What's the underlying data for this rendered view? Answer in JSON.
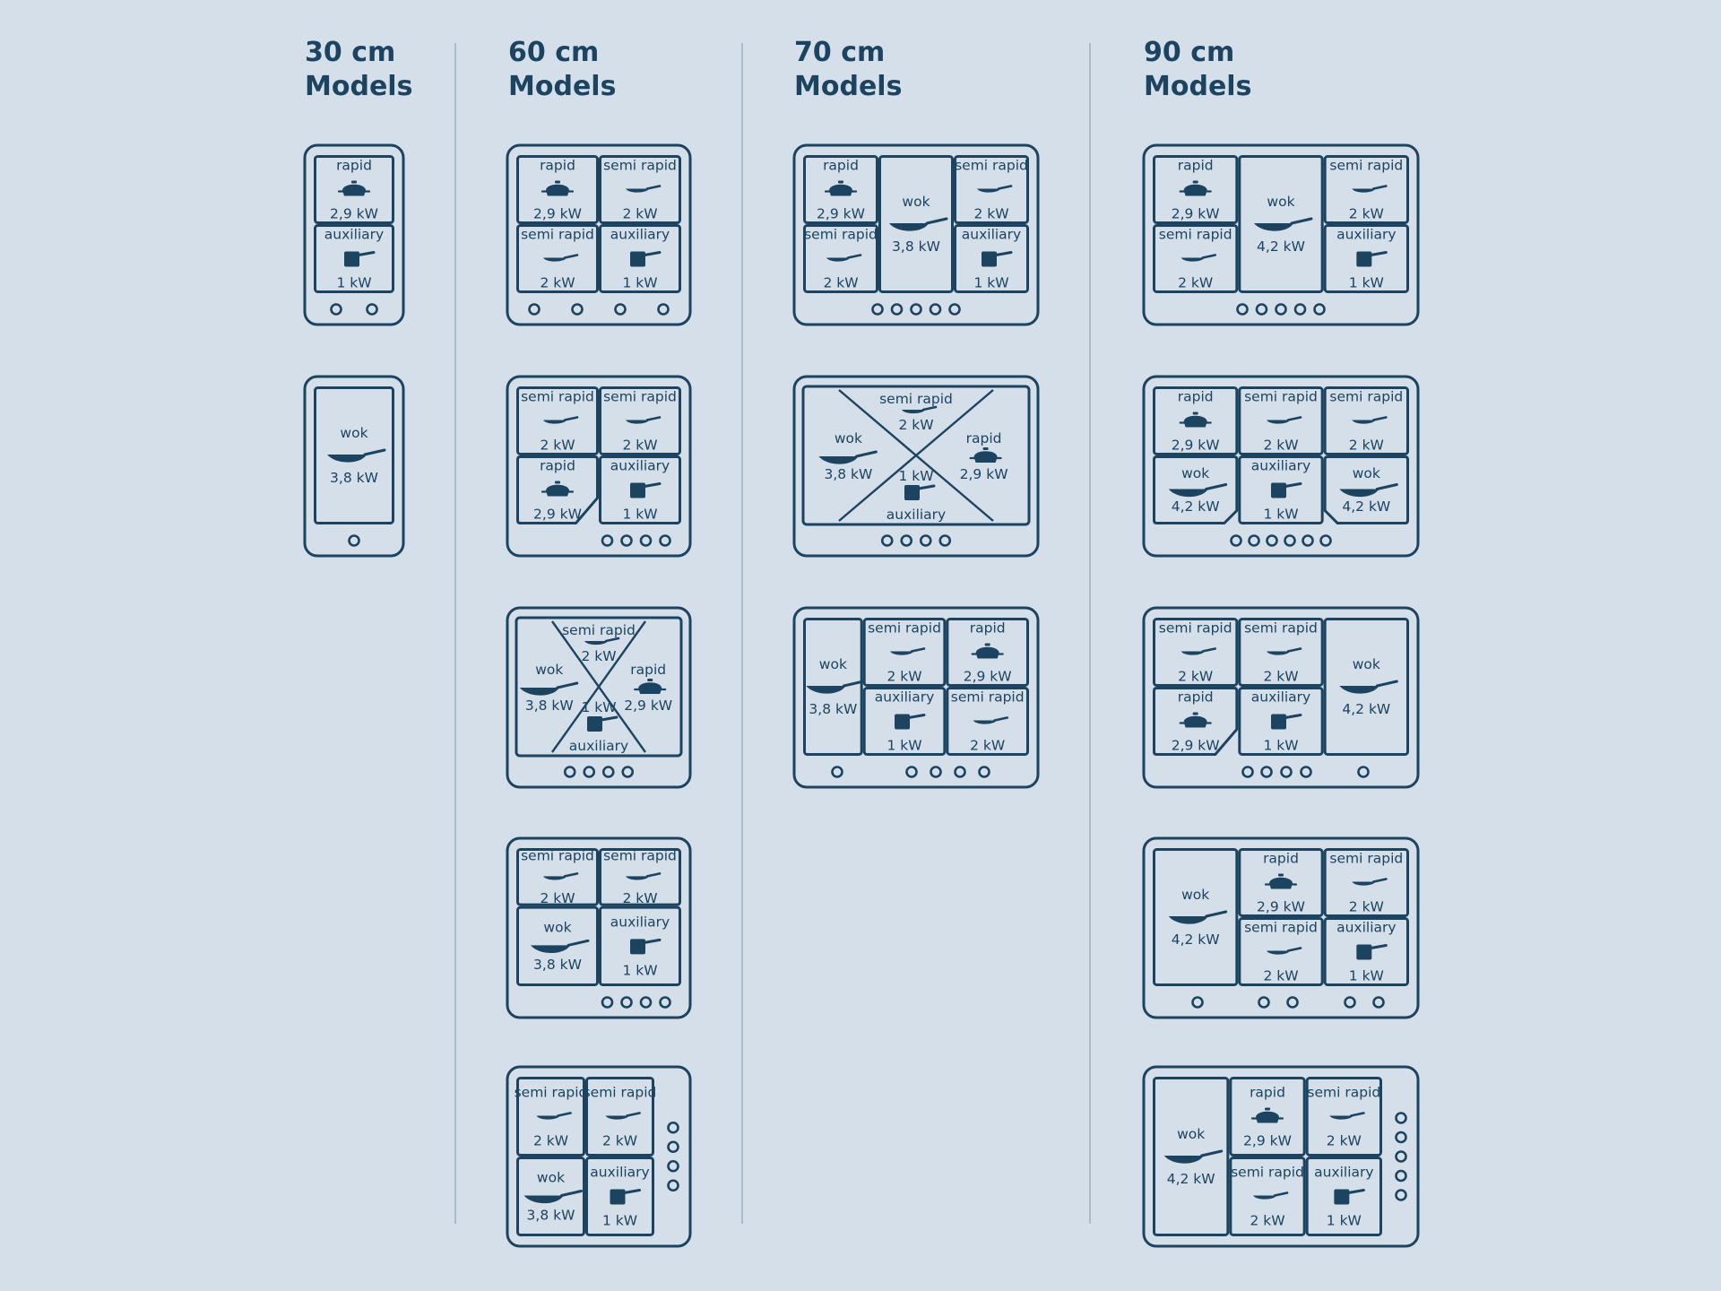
{
  "colors": {
    "background": "#d4dfe9",
    "stroke": "#1c4461",
    "divider": "#a9bccb"
  },
  "headings": [
    {
      "line1": "30 cm",
      "line2": "Models"
    },
    {
      "line1": "60 cm",
      "line2": "Models"
    },
    {
      "line1": "70 cm",
      "line2": "Models"
    },
    {
      "line1": "90 cm",
      "line2": "Models"
    }
  ],
  "hobs": [
    {
      "id": "30-a",
      "column": 0,
      "row": 0,
      "width": 110,
      "controls": "bottom",
      "knobs": 2,
      "layout": "grid",
      "columns": [
        {
          "w": 1,
          "cells": [
            {
              "label": "rapid",
              "power": "2,9 kW",
              "icon": "rapid-pot-icon"
            },
            {
              "label": "auxiliary",
              "power": "1 kW",
              "icon": "auxiliary-saucepan-icon"
            }
          ]
        }
      ]
    },
    {
      "id": "30-b",
      "column": 0,
      "row": 1,
      "width": 110,
      "controls": "bottom",
      "knobs": 1,
      "layout": "grid",
      "columns": [
        {
          "w": 1,
          "cells": [
            {
              "label": "wok",
              "power": "3,8 kW",
              "icon": "wok-pan-icon"
            }
          ]
        }
      ]
    },
    {
      "id": "60-a",
      "column": 1,
      "row": 0,
      "width": 204,
      "controls": "bottom",
      "knobs": 4,
      "knobSpread": true,
      "layout": "grid",
      "columns": [
        {
          "w": 1,
          "cells": [
            {
              "label": "rapid",
              "power": "2,9 kW",
              "icon": "rapid-pot-icon"
            },
            {
              "label": "semi rapid",
              "power": "2 kW",
              "icon": "semi-rapid-pan-icon"
            }
          ]
        },
        {
          "w": 1,
          "cells": [
            {
              "label": "semi rapid",
              "power": "2 kW",
              "icon": "semi-rapid-pan-icon"
            },
            {
              "label": "auxiliary",
              "power": "1 kW",
              "icon": "auxiliary-saucepan-icon"
            }
          ]
        }
      ]
    },
    {
      "id": "60-b",
      "column": 1,
      "row": 1,
      "width": 204,
      "controls": "bottom-right",
      "knobs": 4,
      "layout": "grid",
      "notch": true,
      "columns": [
        {
          "w": 1,
          "cells": [
            {
              "label": "semi rapid",
              "power": "2 kW",
              "icon": "semi-rapid-pan-icon"
            },
            {
              "label": "rapid",
              "power": "2,9 kW",
              "icon": "rapid-pot-icon"
            }
          ]
        },
        {
          "w": 1,
          "cells": [
            {
              "label": "semi rapid",
              "power": "2 kW",
              "icon": "semi-rapid-pan-icon"
            },
            {
              "label": "auxiliary",
              "power": "1 kW",
              "icon": "auxiliary-saucepan-icon"
            }
          ]
        }
      ]
    },
    {
      "id": "60-c",
      "column": 1,
      "row": 2,
      "width": 204,
      "controls": "bottom",
      "knobs": 4,
      "layout": "cross",
      "cross": {
        "top": {
          "label": "semi rapid",
          "power": "2 kW",
          "icon": "semi-rapid-pan-icon"
        },
        "left": {
          "label": "wok",
          "power": "3,8 kW",
          "icon": "wok-pan-icon"
        },
        "right": {
          "label": "rapid",
          "power": "2,9 kW",
          "icon": "rapid-pot-icon"
        },
        "bottom": {
          "label": "auxiliary",
          "power": "1 kW",
          "icon": "auxiliary-saucepan-icon"
        }
      }
    },
    {
      "id": "60-d",
      "column": 1,
      "row": 3,
      "width": 204,
      "controls": "bottom-right",
      "knobs": 4,
      "layout": "grid",
      "split": 0.42,
      "columns": [
        {
          "w": 1,
          "cells": [
            {
              "label": "semi rapid",
              "power": "2 kW",
              "icon": "semi-rapid-pan-icon"
            },
            {
              "label": "wok",
              "power": "3,8 kW",
              "icon": "wok-pan-icon"
            }
          ]
        },
        {
          "w": 1,
          "cells": [
            {
              "label": "semi rapid",
              "power": "2 kW",
              "icon": "semi-rapid-pan-icon"
            },
            {
              "label": "auxiliary",
              "power": "1 kW",
              "icon": "auxiliary-saucepan-icon"
            }
          ]
        }
      ]
    },
    {
      "id": "60-e",
      "column": 1,
      "row": 4,
      "width": 204,
      "controls": "right",
      "knobs": 4,
      "layout": "grid",
      "columns": [
        {
          "w": 1,
          "cells": [
            {
              "label": "semi rapid",
              "power": "2 kW",
              "icon": "semi-rapid-pan-icon"
            },
            {
              "label": "wok",
              "power": "3,8 kW",
              "icon": "wok-pan-icon"
            }
          ]
        },
        {
          "w": 1,
          "cells": [
            {
              "label": "semi rapid",
              "power": "2 kW",
              "icon": "semi-rapid-pan-icon"
            },
            {
              "label": "auxiliary",
              "power": "1 kW",
              "icon": "auxiliary-saucepan-icon"
            }
          ]
        }
      ]
    },
    {
      "id": "70-a",
      "column": 2,
      "row": 0,
      "width": 272,
      "controls": "bottom",
      "knobs": 5,
      "layout": "grid",
      "columns": [
        {
          "w": 1,
          "cells": [
            {
              "label": "rapid",
              "power": "2,9 kW",
              "icon": "rapid-pot-icon"
            },
            {
              "label": "semi rapid",
              "power": "2 kW",
              "icon": "semi-rapid-pan-icon"
            }
          ]
        },
        {
          "w": 1,
          "cells": [
            {
              "label": "wok",
              "power": "3,8 kW",
              "icon": "wok-pan-icon"
            }
          ]
        },
        {
          "w": 1,
          "cells": [
            {
              "label": "semi rapid",
              "power": "2 kW",
              "icon": "semi-rapid-pan-icon"
            },
            {
              "label": "auxiliary",
              "power": "1 kW",
              "icon": "auxiliary-saucepan-icon"
            }
          ]
        }
      ]
    },
    {
      "id": "70-b",
      "column": 2,
      "row": 1,
      "width": 272,
      "controls": "bottom",
      "knobs": 4,
      "layout": "cross",
      "cross": {
        "top": {
          "label": "semi rapid",
          "power": "2 kW",
          "icon": "semi-rapid-pan-icon"
        },
        "left": {
          "label": "wok",
          "power": "3,8 kW",
          "icon": "wok-pan-icon"
        },
        "right": {
          "label": "rapid",
          "power": "2,9 kW",
          "icon": "rapid-pot-icon"
        },
        "bottom": {
          "label": "auxiliary",
          "power": "1 kW",
          "icon": "auxiliary-saucepan-icon"
        }
      }
    },
    {
      "id": "70-c",
      "column": 2,
      "row": 2,
      "width": 272,
      "controls": "bottom-split",
      "knobs": 5,
      "layout": "grid",
      "partialWok": true,
      "columns": [
        {
          "w": 0.72,
          "cells": [
            {
              "label": "wok",
              "power": "3,8 kW",
              "icon": "wok-pan-icon"
            }
          ]
        },
        {
          "w": 1,
          "cells": [
            {
              "label": "semi rapid",
              "power": "2 kW",
              "icon": "semi-rapid-pan-icon"
            },
            {
              "label": "auxiliary",
              "power": "1 kW",
              "icon": "auxiliary-saucepan-icon"
            }
          ]
        },
        {
          "w": 1,
          "cells": [
            {
              "label": "rapid",
              "power": "2,9 kW",
              "icon": "rapid-pot-icon"
            },
            {
              "label": "semi rapid",
              "power": "2 kW",
              "icon": "semi-rapid-pan-icon"
            }
          ]
        }
      ]
    },
    {
      "id": "90-a",
      "column": 3,
      "row": 0,
      "width": 306,
      "controls": "bottom",
      "knobs": 5,
      "layout": "grid",
      "columns": [
        {
          "w": 1,
          "cells": [
            {
              "label": "rapid",
              "power": "2,9 kW",
              "icon": "rapid-pot-icon"
            },
            {
              "label": "semi rapid",
              "power": "2 kW",
              "icon": "semi-rapid-pan-icon"
            }
          ]
        },
        {
          "w": 1,
          "cells": [
            {
              "label": "wok",
              "power": "4,2 kW",
              "icon": "wok-pan-icon"
            }
          ]
        },
        {
          "w": 1,
          "cells": [
            {
              "label": "semi rapid",
              "power": "2 kW",
              "icon": "semi-rapid-pan-icon"
            },
            {
              "label": "auxiliary",
              "power": "1 kW",
              "icon": "auxiliary-saucepan-icon"
            }
          ]
        }
      ]
    },
    {
      "id": "90-b",
      "column": 3,
      "row": 1,
      "width": 306,
      "controls": "bottom-center",
      "knobs": 6,
      "layout": "grid",
      "cornerNotches": true,
      "columns": [
        {
          "w": 1,
          "cells": [
            {
              "label": "rapid",
              "power": "2,9 kW",
              "icon": "rapid-pot-icon"
            },
            {
              "label": "wok",
              "power": "4,2 kW",
              "icon": "wok-pan-icon"
            }
          ]
        },
        {
          "w": 1,
          "cells": [
            {
              "label": "semi rapid",
              "power": "2 kW",
              "icon": "semi-rapid-pan-icon"
            },
            {
              "label": "auxiliary",
              "power": "1 kW",
              "icon": "auxiliary-saucepan-icon"
            }
          ]
        },
        {
          "w": 1,
          "cells": [
            {
              "label": "semi rapid",
              "power": "2 kW",
              "icon": "semi-rapid-pan-icon"
            },
            {
              "label": "wok",
              "power": "4,2 kW",
              "icon": "wok-pan-icon"
            }
          ]
        }
      ]
    },
    {
      "id": "90-c",
      "column": 3,
      "row": 2,
      "width": 306,
      "controls": "bottom-90c",
      "knobs": 5,
      "layout": "grid",
      "notch": true,
      "columns": [
        {
          "w": 1,
          "cells": [
            {
              "label": "semi rapid",
              "power": "2 kW",
              "icon": "semi-rapid-pan-icon"
            },
            {
              "label": "rapid",
              "power": "2,9 kW",
              "icon": "rapid-pot-icon"
            }
          ]
        },
        {
          "w": 1,
          "cells": [
            {
              "label": "semi rapid",
              "power": "2 kW",
              "icon": "semi-rapid-pan-icon"
            },
            {
              "label": "auxiliary",
              "power": "1 kW",
              "icon": "auxiliary-saucepan-icon"
            }
          ]
        },
        {
          "w": 1,
          "cells": [
            {
              "label": "wok",
              "power": "4,2 kW",
              "icon": "wok-pan-icon"
            }
          ]
        }
      ]
    },
    {
      "id": "90-d",
      "column": 3,
      "row": 3,
      "width": 306,
      "controls": "bottom-90d",
      "knobs": 5,
      "layout": "grid",
      "columns": [
        {
          "w": 1,
          "cells": [
            {
              "label": "wok",
              "power": "4,2 kW",
              "icon": "wok-pan-icon"
            }
          ]
        },
        {
          "w": 1,
          "cells": [
            {
              "label": "rapid",
              "power": "2,9 kW",
              "icon": "rapid-pot-icon"
            },
            {
              "label": "semi rapid",
              "power": "2 kW",
              "icon": "semi-rapid-pan-icon"
            }
          ]
        },
        {
          "w": 1,
          "cells": [
            {
              "label": "semi rapid",
              "power": "2 kW",
              "icon": "semi-rapid-pan-icon"
            },
            {
              "label": "auxiliary",
              "power": "1 kW",
              "icon": "auxiliary-saucepan-icon"
            }
          ]
        }
      ]
    },
    {
      "id": "90-e",
      "column": 3,
      "row": 4,
      "width": 306,
      "controls": "right",
      "knobs": 5,
      "layout": "grid",
      "columns": [
        {
          "w": 1,
          "cells": [
            {
              "label": "wok",
              "power": "4,2 kW",
              "icon": "wok-pan-icon"
            }
          ]
        },
        {
          "w": 1,
          "cells": [
            {
              "label": "rapid",
              "power": "2,9 kW",
              "icon": "rapid-pot-icon"
            },
            {
              "label": "semi rapid",
              "power": "2 kW",
              "icon": "semi-rapid-pan-icon"
            }
          ]
        },
        {
          "w": 1,
          "cells": [
            {
              "label": "semi rapid",
              "power": "2 kW",
              "icon": "semi-rapid-pan-icon"
            },
            {
              "label": "auxiliary",
              "power": "1 kW",
              "icon": "auxiliary-saucepan-icon"
            }
          ]
        }
      ]
    }
  ]
}
